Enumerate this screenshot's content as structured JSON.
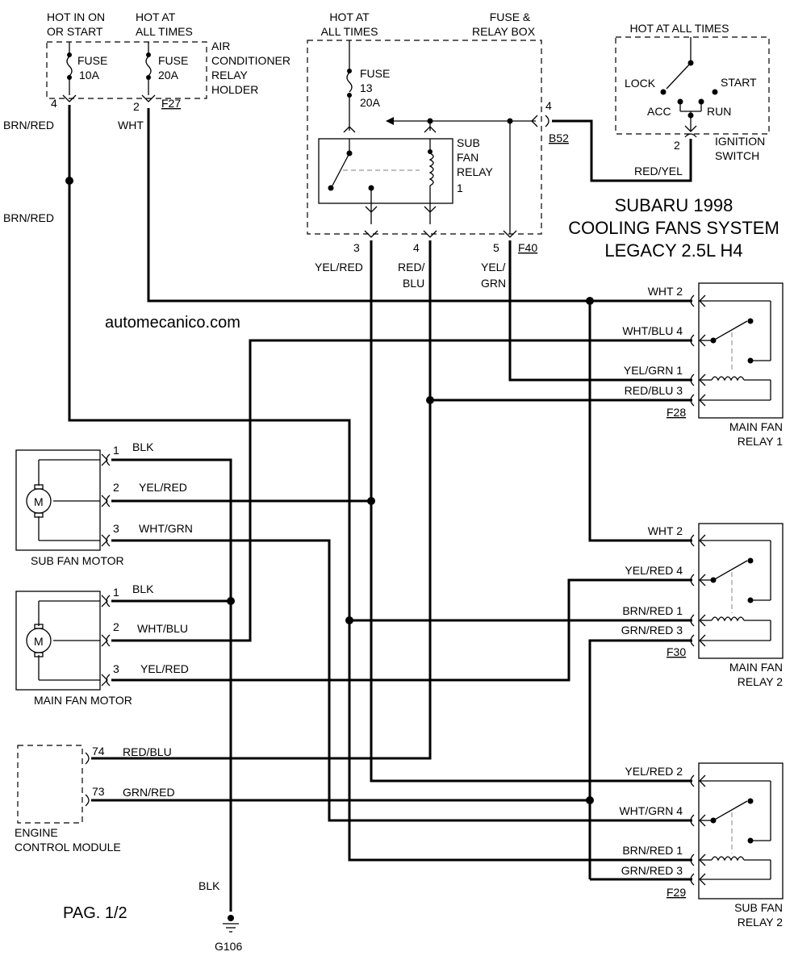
{
  "title": {
    "line1": "SUBARU 1998",
    "line2": "COOLING FANS SYSTEM",
    "line3": "LEGACY 2.5L H4"
  },
  "watermark": "automecanico.com",
  "page_label": "PAG. 1/2",
  "ac_relay_holder": {
    "hot_on_start_1": "HOT IN ON",
    "hot_on_start_2": "OR START",
    "hot_all_times_1": "HOT AT",
    "hot_all_times_2": "ALL TIMES",
    "fuse1_name": "FUSE",
    "fuse1_rating": "10A",
    "fuse2_name": "FUSE",
    "fuse2_rating": "20A",
    "name_1": "AIR",
    "name_2": "CONDITIONER",
    "name_3": "RELAY",
    "name_4": "HOLDER",
    "pin_left": "4",
    "pin_right": "2",
    "connector": "F27"
  },
  "fuse_relay_box": {
    "hot_1": "HOT AT",
    "hot_2": "ALL TIMES",
    "name_1": "FUSE &",
    "name_2": "RELAY BOX",
    "fuse_name": "FUSE",
    "fuse_number": "13",
    "fuse_rating": "20A",
    "relay_1": "SUB",
    "relay_2": "FAN",
    "relay_3": "RELAY",
    "relay_4": "1",
    "pin_out": "4",
    "connector_out": "B52",
    "pin_a": "3",
    "pin_b": "4",
    "pin_c": "5",
    "connector_bottom": "F40"
  },
  "ignition_switch": {
    "hot": "HOT AT ALL TIMES",
    "lock": "LOCK",
    "start": "START",
    "acc": "ACC",
    "run": "RUN",
    "pin": "2",
    "name_1": "IGNITION",
    "name_2": "SWITCH"
  },
  "wires": {
    "brn_red_1": "BRN/RED",
    "brn_red_2": "BRN/RED",
    "wht": "WHT",
    "red_yel": "RED/YEL",
    "yel_red": "YEL/RED",
    "red_blu_1": "RED/",
    "red_blu_2": "BLU",
    "yel_grn_1": "YEL/",
    "yel_grn_2": "GRN",
    "ground_blk": "BLK"
  },
  "main_fan_relay_1": {
    "pins": [
      "WHT 2",
      "WHT/BLU 4",
      "YEL/GRN 1",
      "RED/BLU 3"
    ],
    "connector": "F28",
    "name_1": "MAIN FAN",
    "name_2": "RELAY 1"
  },
  "main_fan_relay_2": {
    "pins": [
      "WHT 2",
      "YEL/RED 4",
      "BRN/RED 1",
      "GRN/RED 3"
    ],
    "connector": "F30",
    "name_1": "MAIN FAN",
    "name_2": "RELAY 2"
  },
  "sub_fan_relay_2": {
    "pins": [
      "YEL/RED 2",
      "WHT/GRN 4",
      "BRN/RED 1",
      "GRN/RED 3"
    ],
    "connector": "F29",
    "name_1": "SUB FAN",
    "name_2": "RELAY 2"
  },
  "sub_fan_motor": {
    "name": "SUB FAN MOTOR",
    "motor_symbol": "M",
    "pins": [
      {
        "pin": "1",
        "wire": "BLK"
      },
      {
        "pin": "2",
        "wire": "YEL/RED"
      },
      {
        "pin": "3",
        "wire": "WHT/GRN"
      }
    ]
  },
  "main_fan_motor": {
    "name": "MAIN FAN MOTOR",
    "motor_symbol": "M",
    "pins": [
      {
        "pin": "1",
        "wire": "BLK"
      },
      {
        "pin": "2",
        "wire": "WHT/BLU"
      },
      {
        "pin": "3",
        "wire": "YEL/RED"
      }
    ]
  },
  "ecm": {
    "name_1": "ENGINE",
    "name_2": "CONTROL MODULE",
    "pins": [
      {
        "pin": "74",
        "wire": "RED/BLU"
      },
      {
        "pin": "73",
        "wire": "GRN/RED"
      }
    ]
  },
  "ground": {
    "name": "G106"
  }
}
